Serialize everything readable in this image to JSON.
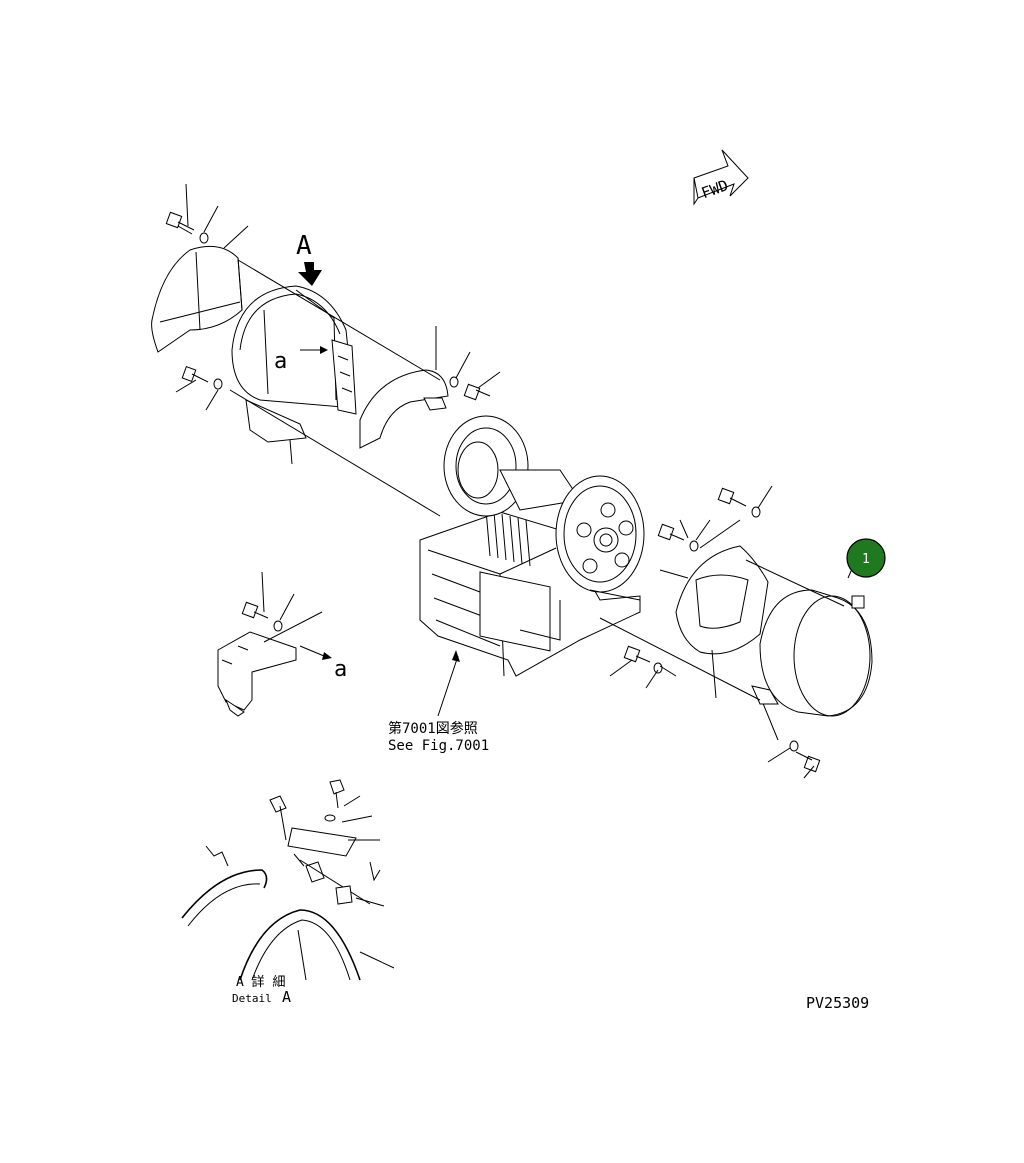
{
  "diagram": {
    "fwd_label": "FWD",
    "view_label": "A",
    "arrow_label_a1": "a",
    "arrow_label_a2": "a",
    "callout_number": "1",
    "callout_color": "#1f7a1f",
    "reference_jp": "第7001図参照",
    "reference_en": "See Fig.7001",
    "detail_jp": "A 詳 細",
    "detail_en_prefix": "Detail",
    "detail_en_letter": "A",
    "drawing_number": "PV25309"
  }
}
